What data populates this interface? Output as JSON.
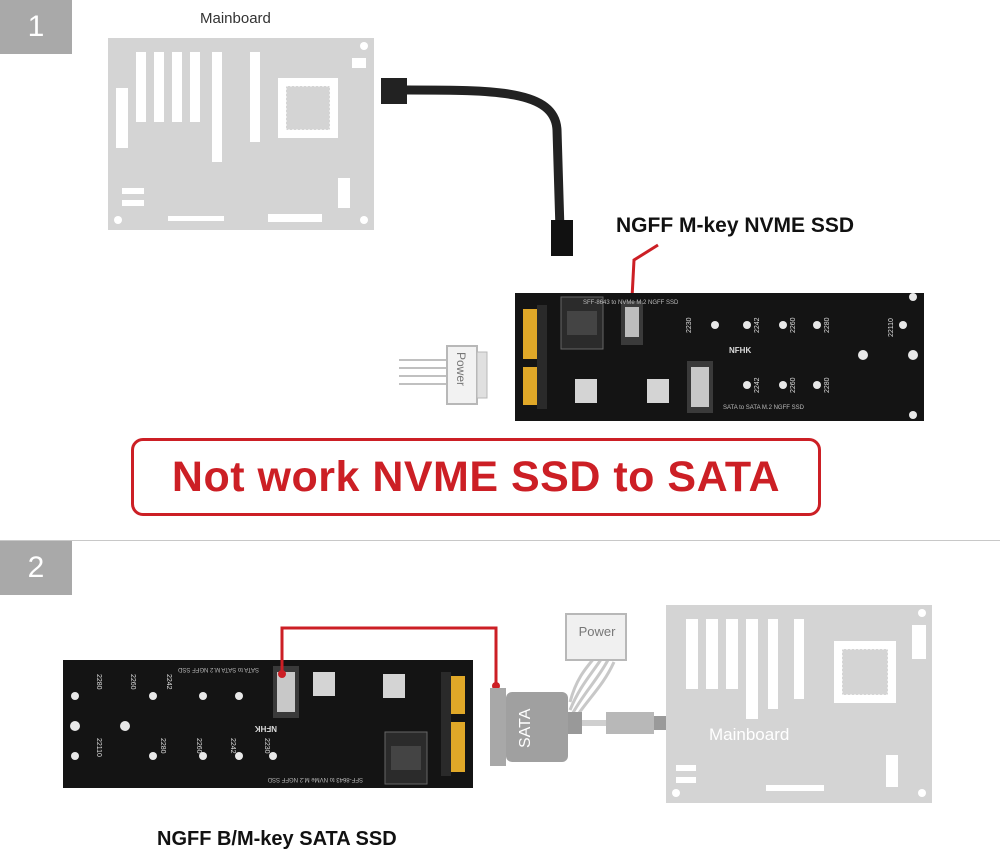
{
  "step1": {
    "badge": "1",
    "mainboard_label": "Mainboard",
    "ssd_label": "NGFF M-key NVME SSD",
    "power_label": "Power",
    "board_silk_top": "SFF-8643 to NVMe M.2 NGFF SSD",
    "board_silk_bottom": "SATA to SATA M.2 NGFF SSD",
    "board_sizes_top": [
      "2230",
      "2242",
      "2260",
      "2280",
      "22110"
    ],
    "board_sizes_bottom": [
      "2242",
      "2260",
      "2280"
    ],
    "brand": "NFHK",
    "warning": "Not work NVME SSD to SATA"
  },
  "step2": {
    "badge": "2",
    "mainboard_label": "Mainboard",
    "ssd_label": "NGFF B/M-key SATA SSD",
    "power_label": "Power",
    "sata_label": "SATA",
    "board_silk_top": "SATA to SATA M.2 NGFF SSD",
    "board_silk_bottom": "SFF-8643 to NVMe M.2 NGFF SSD",
    "board_sizes_top": [
      "2280",
      "2260",
      "2242"
    ],
    "board_sizes_bottom": [
      "22110",
      "2280",
      "2260",
      "2242",
      "2230"
    ],
    "brand": "NFHK"
  },
  "colors": {
    "accent_red": "#cc1f25",
    "badge_gray": "#a9a9a9",
    "pcb_black": "#141414",
    "mainboard_gray": "#d2d2d2"
  }
}
